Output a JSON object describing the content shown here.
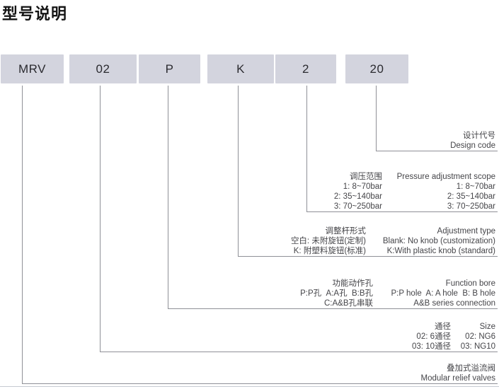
{
  "title": "型号说明",
  "model_code": {
    "segments": [
      "MRV",
      "02",
      "P",
      "K",
      "2",
      "20"
    ]
  },
  "sections": {
    "design_code": {
      "zh": "设计代号",
      "en": "Design code"
    },
    "pressure": {
      "header": {
        "zh": "调压范围",
        "en": "Pressure adjustment scope"
      },
      "rows": [
        {
          "zh": "1: 8~70bar",
          "en": "1: 8~70bar"
        },
        {
          "zh": "2: 35~140bar",
          "en": "2: 35~140bar"
        },
        {
          "zh": "3: 70~250bar",
          "en": "3: 70~250bar"
        }
      ]
    },
    "adjustment": {
      "header": {
        "zh": "调整杆形式",
        "en": "Adjustment type"
      },
      "rows": [
        {
          "zh": "空白: 未附旋钮(定制)",
          "en": "Blank: No knob (customization)"
        },
        {
          "zh": "K: 附塑料旋钮(标准)",
          "en": "K:With plastic knob (standard)"
        }
      ]
    },
    "function_bore": {
      "header": {
        "zh": "功能动作孔",
        "en": "Function bore"
      },
      "rows": [
        {
          "zh": "P:P孔  A:A孔  B:B孔",
          "en": "P:P hole  A: A hole  B: B hole"
        },
        {
          "zh": "C:A&B孔串联",
          "en": "A&B series connection"
        }
      ]
    },
    "size": {
      "header": {
        "zh": "通径",
        "en": "Size"
      },
      "rows": [
        {
          "zh": "02: 6通径",
          "en": "02: NG6"
        },
        {
          "zh": "03: 10通径",
          "en": "03: NG10"
        }
      ]
    },
    "product": {
      "zh": "叠加式溢流阀",
      "en": "Modular relief valves"
    }
  },
  "colors": {
    "box_fill": "#d3d4de",
    "connector_line": "#8f9097",
    "label_text": "#454549"
  }
}
